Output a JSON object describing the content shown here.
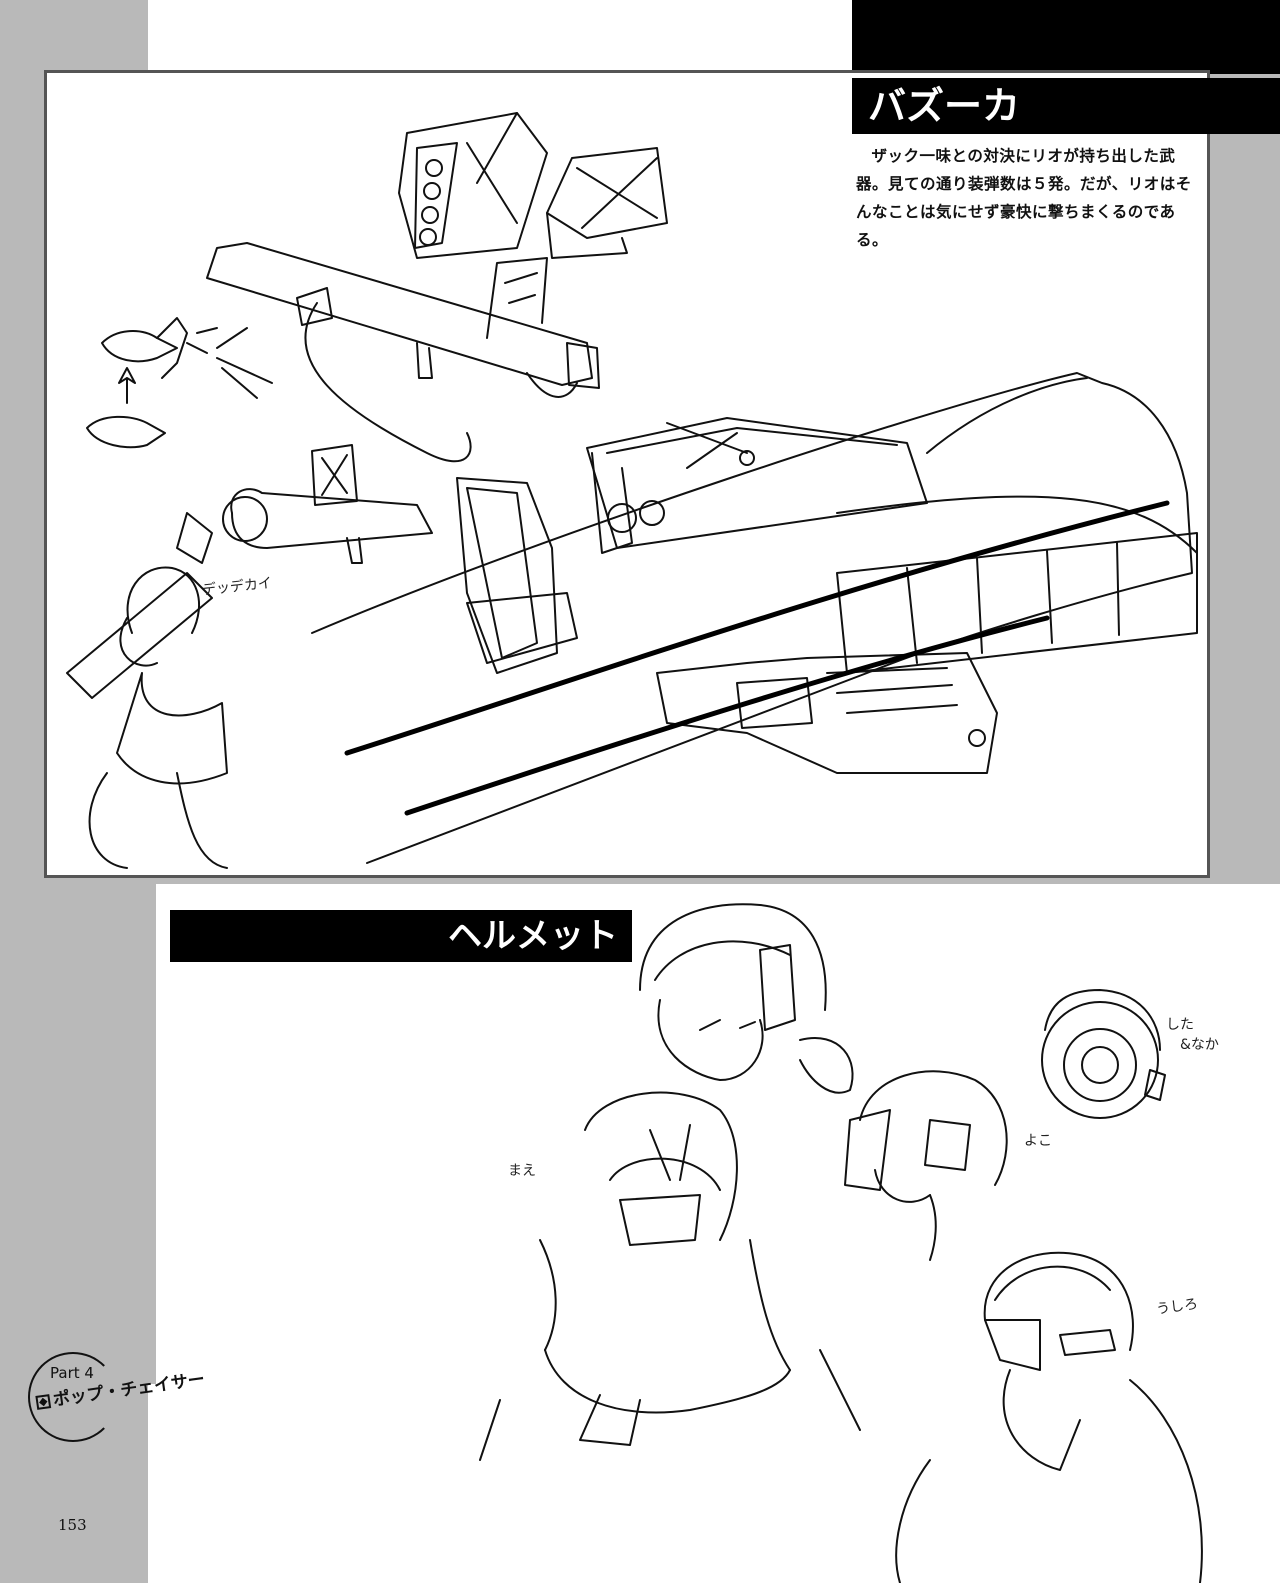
{
  "bazooka": {
    "title": "バズーカ",
    "description": "ザック一味との対決にリオが持ち出した武器。見ての通り装弾数は５発。だが、リオはそんなことは気にせず豪快に撃ちまくるのである。",
    "note_dedekai": "デッデカイ"
  },
  "helmet": {
    "title": "ヘルメット",
    "note_mae": "まえ",
    "note_yoko": "よこ",
    "note_shita_line1": "した",
    "note_shita_line2": "&なか",
    "note_ushiro": "うしろ"
  },
  "footer": {
    "part_label": "Part 4",
    "part_title": "ポップ・チェイサー",
    "page_number": "153"
  }
}
